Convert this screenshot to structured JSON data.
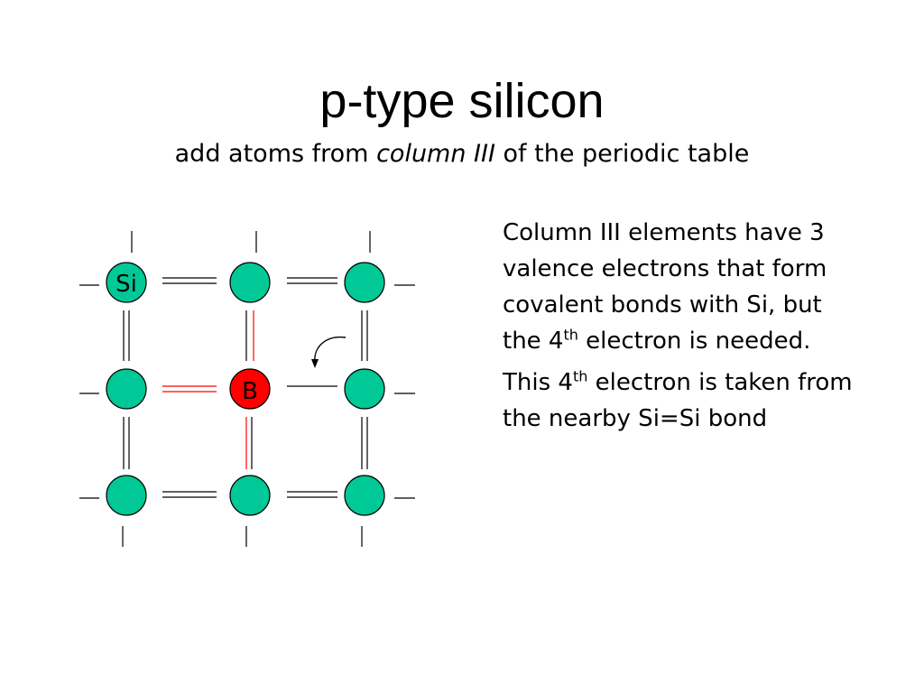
{
  "slide": {
    "title": "p-type silicon",
    "subtitle_pre": "add atoms from ",
    "subtitle_em": "column III",
    "subtitle_post": " of the periodic table"
  },
  "lattice": {
    "si_label": "Si",
    "dopant_label": "B",
    "si_color": "#00c896",
    "dopant_color": "#ff0000",
    "bond_color": "#000000",
    "dopant_bond_color": "#ff0000"
  },
  "text": {
    "p1_a": "Column III elements have 3 valence electrons that form covalent bonds with Si, but the 4",
    "p1_sup": "th",
    "p1_b": " electron is needed.",
    "p2_a": "This 4",
    "p2_sup": "th",
    "p2_b": " electron is taken from the nearby Si=Si bond"
  }
}
